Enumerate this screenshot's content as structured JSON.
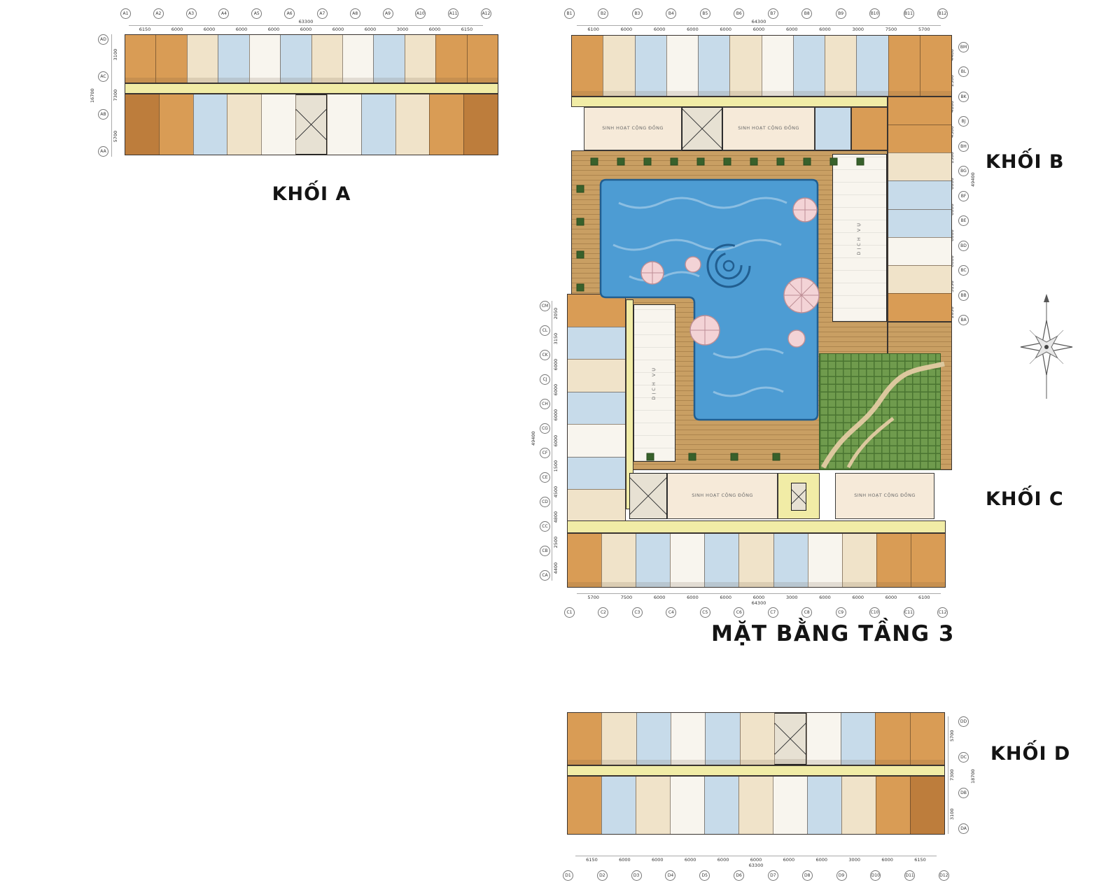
{
  "title": "MẶT BẰNG TẦNG 3",
  "palette": {
    "orange": "#d99c55",
    "orangeDark": "#bd7d3c",
    "cream": "#f0e3c9",
    "creamLight": "#f6ead9",
    "blue": "#c7dbea",
    "white": "#f8f5ee",
    "yellow": "#f1eca6",
    "deck": "#c99f63",
    "pool": "#4d9cd3",
    "poolDark": "#215e90",
    "garden": "#6f9b4d",
    "gardenDark": "#4a7431",
    "planter": "#38612b",
    "pink": "#f3d3d6",
    "pinkDark": "#bd8e95",
    "core": "#e7e1d3",
    "wall": "#3a3430",
    "path": "#dcc89e"
  },
  "rooms": {
    "community": "SINH HOẠT CỘNG ĐỒNG",
    "service": "DỊCH VỤ"
  },
  "block_a": {
    "label": "KHỐI A",
    "cols": [
      "A1",
      "A2",
      "A3",
      "A4",
      "A5",
      "A6",
      "A7",
      "A8",
      "A9",
      "A10",
      "A11",
      "A12"
    ],
    "col_dims": [
      "6150",
      "6000",
      "6000",
      "6000",
      "6000",
      "6000",
      "6000",
      "6000",
      "3000",
      "6000",
      "6150"
    ],
    "total_w": "63300",
    "rows": [
      "AD",
      "AC",
      "AB",
      "AA"
    ],
    "row_dims": [
      "3100",
      "7300",
      "5700"
    ],
    "total_h": "16700"
  },
  "block_b": {
    "label": "KHỐI B",
    "cols": [
      "B1",
      "B2",
      "B3",
      "B4",
      "B5",
      "B6",
      "B7",
      "B8",
      "B9",
      "B10",
      "B11",
      "B12"
    ],
    "col_dims": [
      "6100",
      "6000",
      "6000",
      "6000",
      "6000",
      "6000",
      "6000",
      "6000",
      "3000",
      "7500",
      "5700"
    ],
    "total_w": "64300",
    "rows": [
      "BM",
      "BL",
      "BK",
      "BJ",
      "BH",
      "BG",
      "BF",
      "BE",
      "BD",
      "BC",
      "BB",
      "BA"
    ],
    "row_dims": [
      "4400",
      "2500",
      "4800",
      "4500",
      "1500",
      "6000",
      "6000",
      "6000",
      "6000",
      "3150",
      "2050"
    ],
    "total_h": "49400"
  },
  "block_c": {
    "label": "KHỐI C",
    "cols": [
      "C1",
      "C2",
      "C3",
      "C4",
      "C5",
      "C6",
      "C7",
      "C8",
      "C9",
      "C10",
      "C11",
      "C12"
    ],
    "col_dims": [
      "5700",
      "7500",
      "6000",
      "6000",
      "6000",
      "6000",
      "3000",
      "6000",
      "6000",
      "6000",
      "6100"
    ],
    "total_w": "64300",
    "rows": [
      "CM",
      "CL",
      "CK",
      "CJ",
      "CH",
      "CG",
      "CF",
      "CE",
      "CD",
      "CC",
      "CB",
      "CA"
    ],
    "row_dims": [
      "2050",
      "3150",
      "6000",
      "6000",
      "6000",
      "6000",
      "1500",
      "4500",
      "4800",
      "2500",
      "4400"
    ],
    "total_h": "49400"
  },
  "block_d": {
    "label": "KHỐI D",
    "cols": [
      "D1",
      "D2",
      "D3",
      "D4",
      "D5",
      "D6",
      "D7",
      "D8",
      "D9",
      "D10",
      "D11",
      "D12"
    ],
    "col_dims": [
      "6150",
      "6000",
      "6000",
      "6000",
      "6000",
      "6000",
      "6000",
      "6000",
      "3000",
      "6000",
      "6150"
    ],
    "total_w": "63300",
    "rows": [
      "DD",
      "DC",
      "DB",
      "DA"
    ],
    "row_dims": [
      "5700",
      "7300",
      "3100"
    ],
    "total_h": "18700"
  }
}
